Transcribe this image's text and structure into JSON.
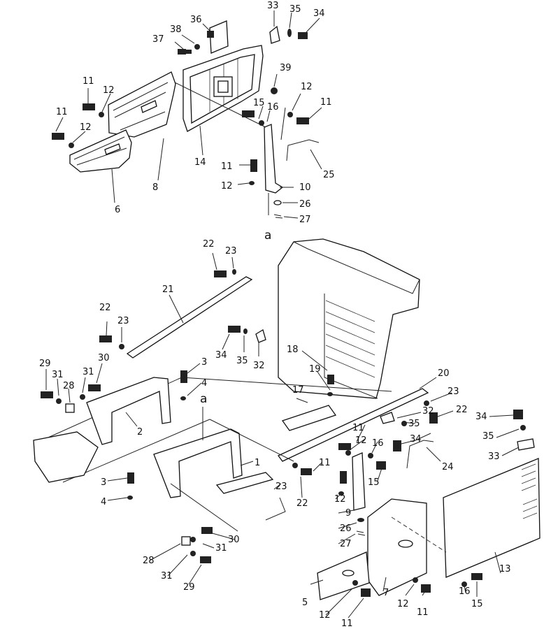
{
  "callouts": [
    {
      "id": "c36a",
      "text": "36"
    },
    {
      "id": "c33a",
      "text": "33"
    },
    {
      "id": "c35a",
      "text": "35"
    },
    {
      "id": "c34a",
      "text": "34"
    },
    {
      "id": "c38a",
      "text": "38"
    },
    {
      "id": "c37a",
      "text": "37"
    },
    {
      "id": "c39a",
      "text": "39"
    },
    {
      "id": "c11a",
      "text": "11"
    },
    {
      "id": "c12a",
      "text": "12"
    },
    {
      "id": "c11b",
      "text": "11"
    },
    {
      "id": "c12b",
      "text": "12"
    },
    {
      "id": "c12c",
      "text": "12"
    },
    {
      "id": "c11c",
      "text": "11"
    },
    {
      "id": "c15a",
      "text": "15"
    },
    {
      "id": "c16a",
      "text": "16"
    },
    {
      "id": "c14a",
      "text": "14"
    },
    {
      "id": "c8a",
      "text": "8"
    },
    {
      "id": "c6a",
      "text": "6"
    },
    {
      "id": "c25a",
      "text": "25"
    },
    {
      "id": "c11d",
      "text": "11"
    },
    {
      "id": "c12d",
      "text": "12"
    },
    {
      "id": "c10a",
      "text": "10"
    },
    {
      "id": "c26a",
      "text": "26"
    },
    {
      "id": "c27a",
      "text": "27"
    },
    {
      "id": "c22a",
      "text": "22"
    },
    {
      "id": "c23a",
      "text": "23"
    },
    {
      "id": "c21a",
      "text": "21"
    },
    {
      "id": "c22b",
      "text": "22"
    },
    {
      "id": "c23b",
      "text": "23"
    },
    {
      "id": "c34b",
      "text": "34"
    },
    {
      "id": "c35b",
      "text": "35"
    },
    {
      "id": "c32a",
      "text": "32"
    },
    {
      "id": "c29a",
      "text": "29"
    },
    {
      "id": "c31a",
      "text": "31"
    },
    {
      "id": "c28a",
      "text": "28"
    },
    {
      "id": "c31b",
      "text": "31"
    },
    {
      "id": "c30a",
      "text": "30"
    },
    {
      "id": "c3a",
      "text": "3"
    },
    {
      "id": "c4a",
      "text": "4"
    },
    {
      "id": "c2a",
      "text": "2"
    },
    {
      "id": "c18a",
      "text": "18"
    },
    {
      "id": "c19a",
      "text": "19"
    },
    {
      "id": "c17a",
      "text": "17"
    },
    {
      "id": "c20a",
      "text": "20"
    },
    {
      "id": "c23c",
      "text": "23"
    },
    {
      "id": "c32b",
      "text": "32"
    },
    {
      "id": "c22c",
      "text": "22"
    },
    {
      "id": "c34c",
      "text": "34"
    },
    {
      "id": "c35c",
      "text": "35"
    },
    {
      "id": "c11e",
      "text": "11"
    },
    {
      "id": "c12e",
      "text": "12"
    },
    {
      "id": "c16b",
      "text": "16"
    },
    {
      "id": "c35d",
      "text": "35"
    },
    {
      "id": "c34d",
      "text": "34"
    },
    {
      "id": "c33b",
      "text": "33"
    },
    {
      "id": "c24a",
      "text": "24"
    },
    {
      "id": "c1a",
      "text": "1"
    },
    {
      "id": "c3b",
      "text": "3"
    },
    {
      "id": "c4b",
      "text": "4"
    },
    {
      "id": "c23d",
      "text": "23"
    },
    {
      "id": "c22d",
      "text": "22"
    },
    {
      "id": "c11f",
      "text": "11"
    },
    {
      "id": "c12f",
      "text": "12"
    },
    {
      "id": "c15b",
      "text": "15"
    },
    {
      "id": "c9a",
      "text": "9"
    },
    {
      "id": "c26b",
      "text": "26"
    },
    {
      "id": "c27b",
      "text": "27"
    },
    {
      "id": "c30b",
      "text": "30"
    },
    {
      "id": "c28b",
      "text": "28"
    },
    {
      "id": "c31c",
      "text": "31"
    },
    {
      "id": "c31d",
      "text": "31"
    },
    {
      "id": "c29b",
      "text": "29"
    },
    {
      "id": "c13a",
      "text": "13"
    },
    {
      "id": "c16c",
      "text": "16"
    },
    {
      "id": "c15c",
      "text": "15"
    },
    {
      "id": "c5a",
      "text": "5"
    },
    {
      "id": "c7a",
      "text": "7"
    },
    {
      "id": "c12g",
      "text": "12"
    },
    {
      "id": "c11g",
      "text": "11"
    },
    {
      "id": "c12h",
      "text": "12"
    },
    {
      "id": "c11h",
      "text": "11"
    }
  ],
  "markers": [
    {
      "id": "ma",
      "text": "a"
    },
    {
      "id": "mb",
      "text": "a"
    }
  ]
}
